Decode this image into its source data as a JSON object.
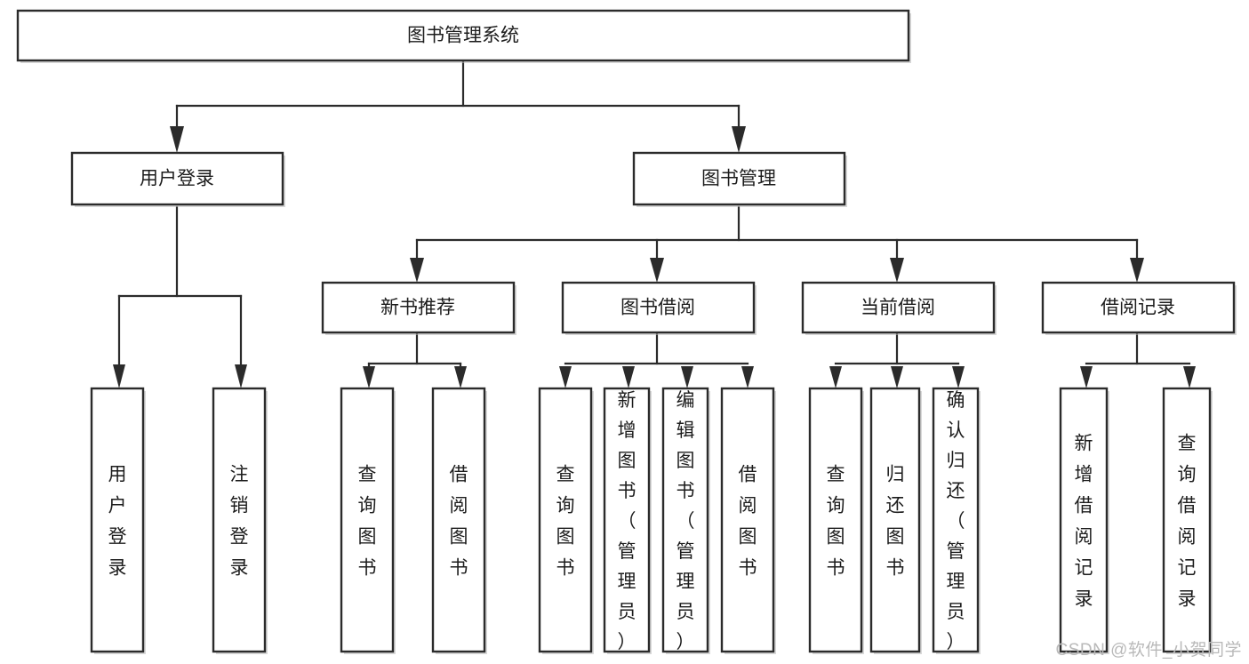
{
  "diagram": {
    "type": "tree-hierarchy-chart",
    "title_text": "图书管理系统",
    "watermark": "CSDN @软件_小贺同学",
    "colors": {
      "box_stroke": "#2b2b2b",
      "box_fill": "#ffffff",
      "text": "#1c1c1c",
      "background": "#ffffff",
      "watermark": "#b9b9b9"
    },
    "nodes": {
      "root": {
        "label": "图书管理系统"
      },
      "level2": [
        {
          "id": "user-login",
          "label": "用户登录"
        },
        {
          "id": "book-management",
          "label": "图书管理"
        }
      ],
      "level3": [
        {
          "id": "new-book-recommend",
          "label": "新书推荐"
        },
        {
          "id": "book-borrow",
          "label": "图书借阅"
        },
        {
          "id": "current-borrow",
          "label": "当前借阅"
        },
        {
          "id": "borrow-record",
          "label": "借阅记录"
        }
      ],
      "leaves": [
        {
          "id": "leaf-user-login",
          "label": "用户登录",
          "parent": "user-login"
        },
        {
          "id": "leaf-logout-login",
          "label": "注销登录",
          "parent": "user-login"
        },
        {
          "id": "leaf-query-book-1",
          "label": "查询图书",
          "parent": "new-book-recommend"
        },
        {
          "id": "leaf-borrow-book-1",
          "label": "借阅图书",
          "parent": "new-book-recommend"
        },
        {
          "id": "leaf-query-book-2",
          "label": "查询图书",
          "parent": "book-borrow"
        },
        {
          "id": "leaf-add-book",
          "label": "新增图书（管理员）",
          "parent": "book-borrow"
        },
        {
          "id": "leaf-edit-book",
          "label": "编辑图书（管理员）",
          "parent": "book-borrow"
        },
        {
          "id": "leaf-borrow-book-2",
          "label": "借阅图书",
          "parent": "book-borrow"
        },
        {
          "id": "leaf-query-book-3",
          "label": "查询图书",
          "parent": "current-borrow"
        },
        {
          "id": "leaf-return-book",
          "label": "归还图书",
          "parent": "current-borrow"
        },
        {
          "id": "leaf-confirm-return",
          "label": "确认归还（管理员）",
          "parent": "current-borrow"
        },
        {
          "id": "leaf-add-record",
          "label": "新增借阅记录",
          "parent": "borrow-record"
        },
        {
          "id": "leaf-query-record",
          "label": "查询借阅记录",
          "parent": "borrow-record"
        }
      ]
    }
  }
}
